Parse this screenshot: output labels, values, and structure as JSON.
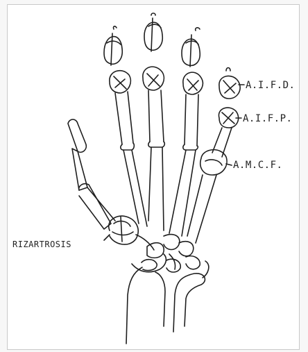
{
  "labels": {
    "aifd": "A.I.F.D.",
    "aifp": "A.I.F.P.",
    "amcf": "A.M.C.F.",
    "rizartrosis": "RIZARTROSIS"
  },
  "colors": {
    "ink": "#1e1e1e",
    "paper": "#ffffff"
  }
}
